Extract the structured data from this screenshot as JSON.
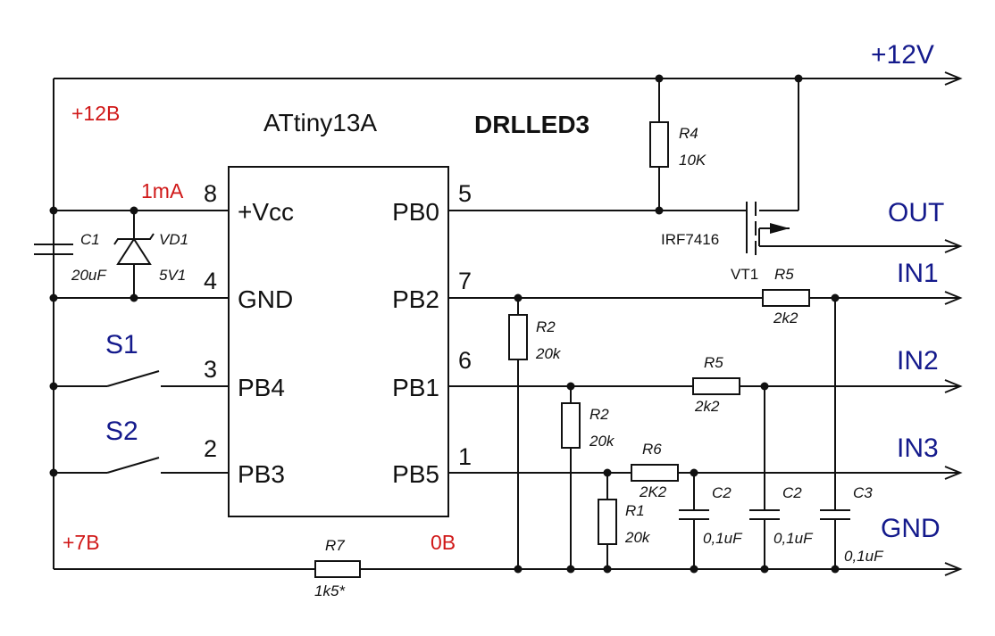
{
  "chip": {
    "name": "ATtiny13A",
    "title": "DRLLED3"
  },
  "pins": {
    "vcc": {
      "num": "8",
      "name": "+Vcc"
    },
    "gnd": {
      "num": "4",
      "name": "GND"
    },
    "pb4": {
      "num": "3",
      "name": "PB4"
    },
    "pb3": {
      "num": "2",
      "name": "PB3"
    },
    "pb0": {
      "num": "5",
      "name": "PB0"
    },
    "pb2": {
      "num": "7",
      "name": "PB2"
    },
    "pb1": {
      "num": "6",
      "name": "PB1"
    },
    "pb5": {
      "num": "1",
      "name": "PB5"
    }
  },
  "rails": {
    "plus12v": "+12V",
    "out": "OUT",
    "in1": "IN1",
    "in2": "IN2",
    "in3": "IN3",
    "gnd": "GND"
  },
  "notes": {
    "plus12b": "+12B",
    "ma": "1mA",
    "plus7b": "+7B",
    "zero_b": "0B"
  },
  "switches": {
    "s1": "S1",
    "s2": "S2"
  },
  "components": {
    "c1": {
      "ref": "C1",
      "val": "20uF"
    },
    "vd1": {
      "ref": "VD1",
      "val": "5V1"
    },
    "r4": {
      "ref": "R4",
      "val": "10K"
    },
    "mosfet": {
      "part": "IRF7416",
      "ref": "VT1"
    },
    "r5_top": {
      "ref": "R5",
      "val": "2k2"
    },
    "r2_a": {
      "ref": "R2",
      "val": "20k"
    },
    "r5_mid": {
      "ref": "R5",
      "val": "2k2"
    },
    "r2_b": {
      "ref": "R2",
      "val": "20k"
    },
    "r6": {
      "ref": "R6",
      "val": "2K2"
    },
    "r1": {
      "ref": "R1",
      "val": "20k"
    },
    "c2_a": {
      "ref": "C2",
      "val": "0,1uF"
    },
    "c2_b": {
      "ref": "C2",
      "val": "0,1uF"
    },
    "c3": {
      "ref": "C3",
      "val": "0,1uF"
    },
    "r7": {
      "ref": "R7",
      "val": "1k5*"
    }
  }
}
